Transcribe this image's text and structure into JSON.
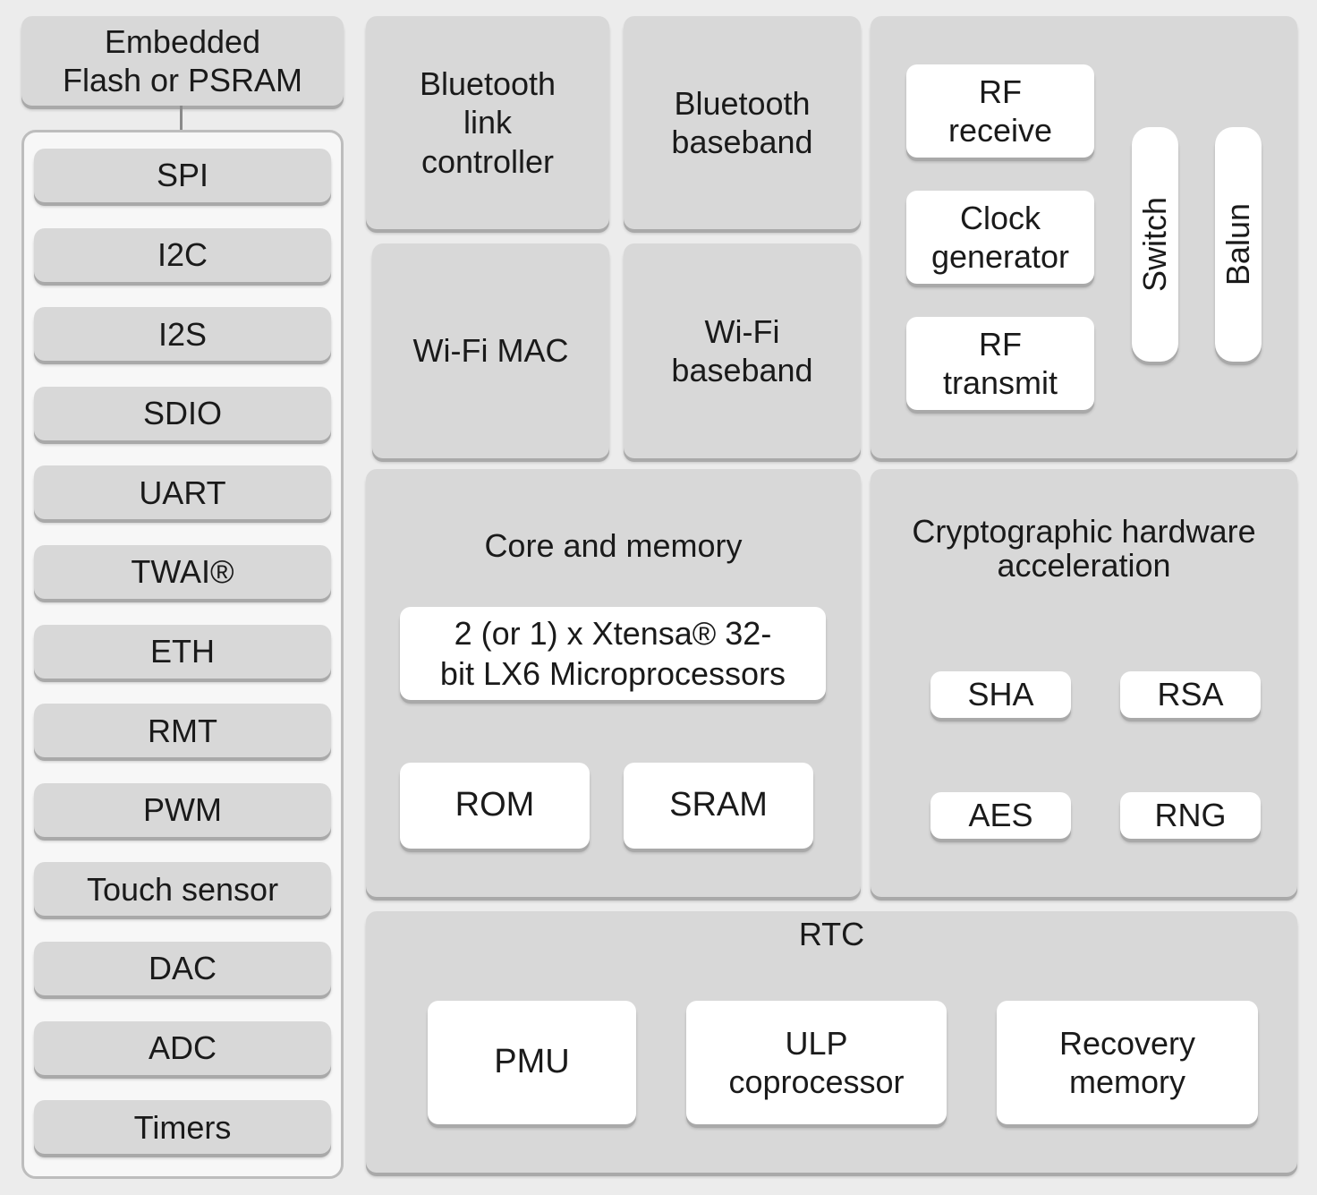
{
  "diagram": {
    "external_memory": "Embedded\nFlash or PSRAM",
    "peripherals": [
      "SPI",
      "I2C",
      "I2S",
      "SDIO",
      "UART",
      "TWAI®",
      "ETH",
      "RMT",
      "PWM",
      "Touch sensor",
      "DAC",
      "ADC",
      "Timers"
    ],
    "bluetooth_link_controller": "Bluetooth\nlink\ncontroller",
    "bluetooth_baseband": "Bluetooth\nbaseband",
    "wifi_mac": "Wi-Fi MAC",
    "wifi_baseband": "Wi-Fi\nbaseband",
    "rf": {
      "receive": "RF\nreceive",
      "clock_generator": "Clock\ngenerator",
      "transmit": "RF\ntransmit",
      "switch": "Switch",
      "balun": "Balun"
    },
    "core_memory": {
      "title": "Core and memory",
      "processor": "2 (or 1) x Xtensa® 32-\nbit LX6 Microprocessors",
      "rom": "ROM",
      "sram": "SRAM"
    },
    "crypto": {
      "title": "Cryptographic hardware\nacceleration",
      "sha": "SHA",
      "rsa": "RSA",
      "aes": "AES",
      "rng": "RNG"
    },
    "rtc": {
      "title": "RTC",
      "pmu": "PMU",
      "ulp": "ULP\ncoprocessor",
      "recovery": "Recovery\nmemory"
    }
  }
}
